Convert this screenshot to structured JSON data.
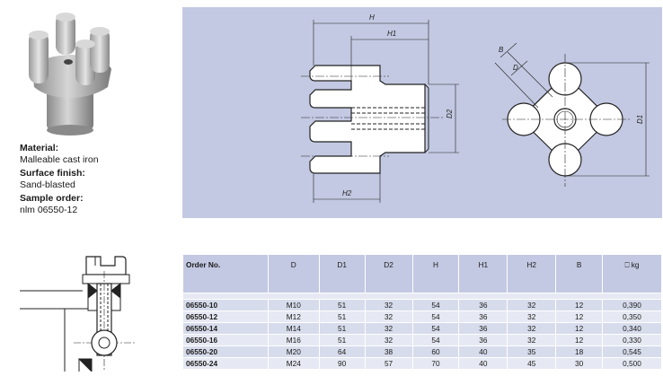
{
  "info": {
    "material_label": "Material:",
    "material_value": "Malleable cast iron",
    "finish_label": "Surface finish:",
    "finish_value": "Sand-blasted",
    "order_label": "Sample order:",
    "order_value": "nlm 06550-12"
  },
  "drawing": {
    "labels": {
      "H": "H",
      "H1": "H1",
      "H2": "H2",
      "D2": "D2",
      "D1": "D1",
      "B": "B",
      "D": "D"
    }
  },
  "table": {
    "headers": [
      "Order No.",
      "D",
      "D1",
      "D2",
      "H",
      "H1",
      "H2",
      "B",
      "⎕ kg"
    ],
    "rows": [
      [
        "06550-10",
        "M10",
        "51",
        "32",
        "54",
        "36",
        "32",
        "12",
        "0,390"
      ],
      [
        "06550-12",
        "M12",
        "51",
        "32",
        "54",
        "36",
        "32",
        "12",
        "0,350"
      ],
      [
        "06550-14",
        "M14",
        "51",
        "32",
        "54",
        "36",
        "32",
        "12",
        "0,340"
      ],
      [
        "06550-16",
        "M16",
        "51",
        "32",
        "54",
        "36",
        "32",
        "12",
        "0,330"
      ],
      [
        "06550-20",
        "M20",
        "64",
        "38",
        "60",
        "40",
        "35",
        "18",
        "0,545"
      ],
      [
        "06550-24",
        "M24",
        "90",
        "57",
        "70",
        "40",
        "45",
        "30",
        "0,500"
      ]
    ]
  }
}
